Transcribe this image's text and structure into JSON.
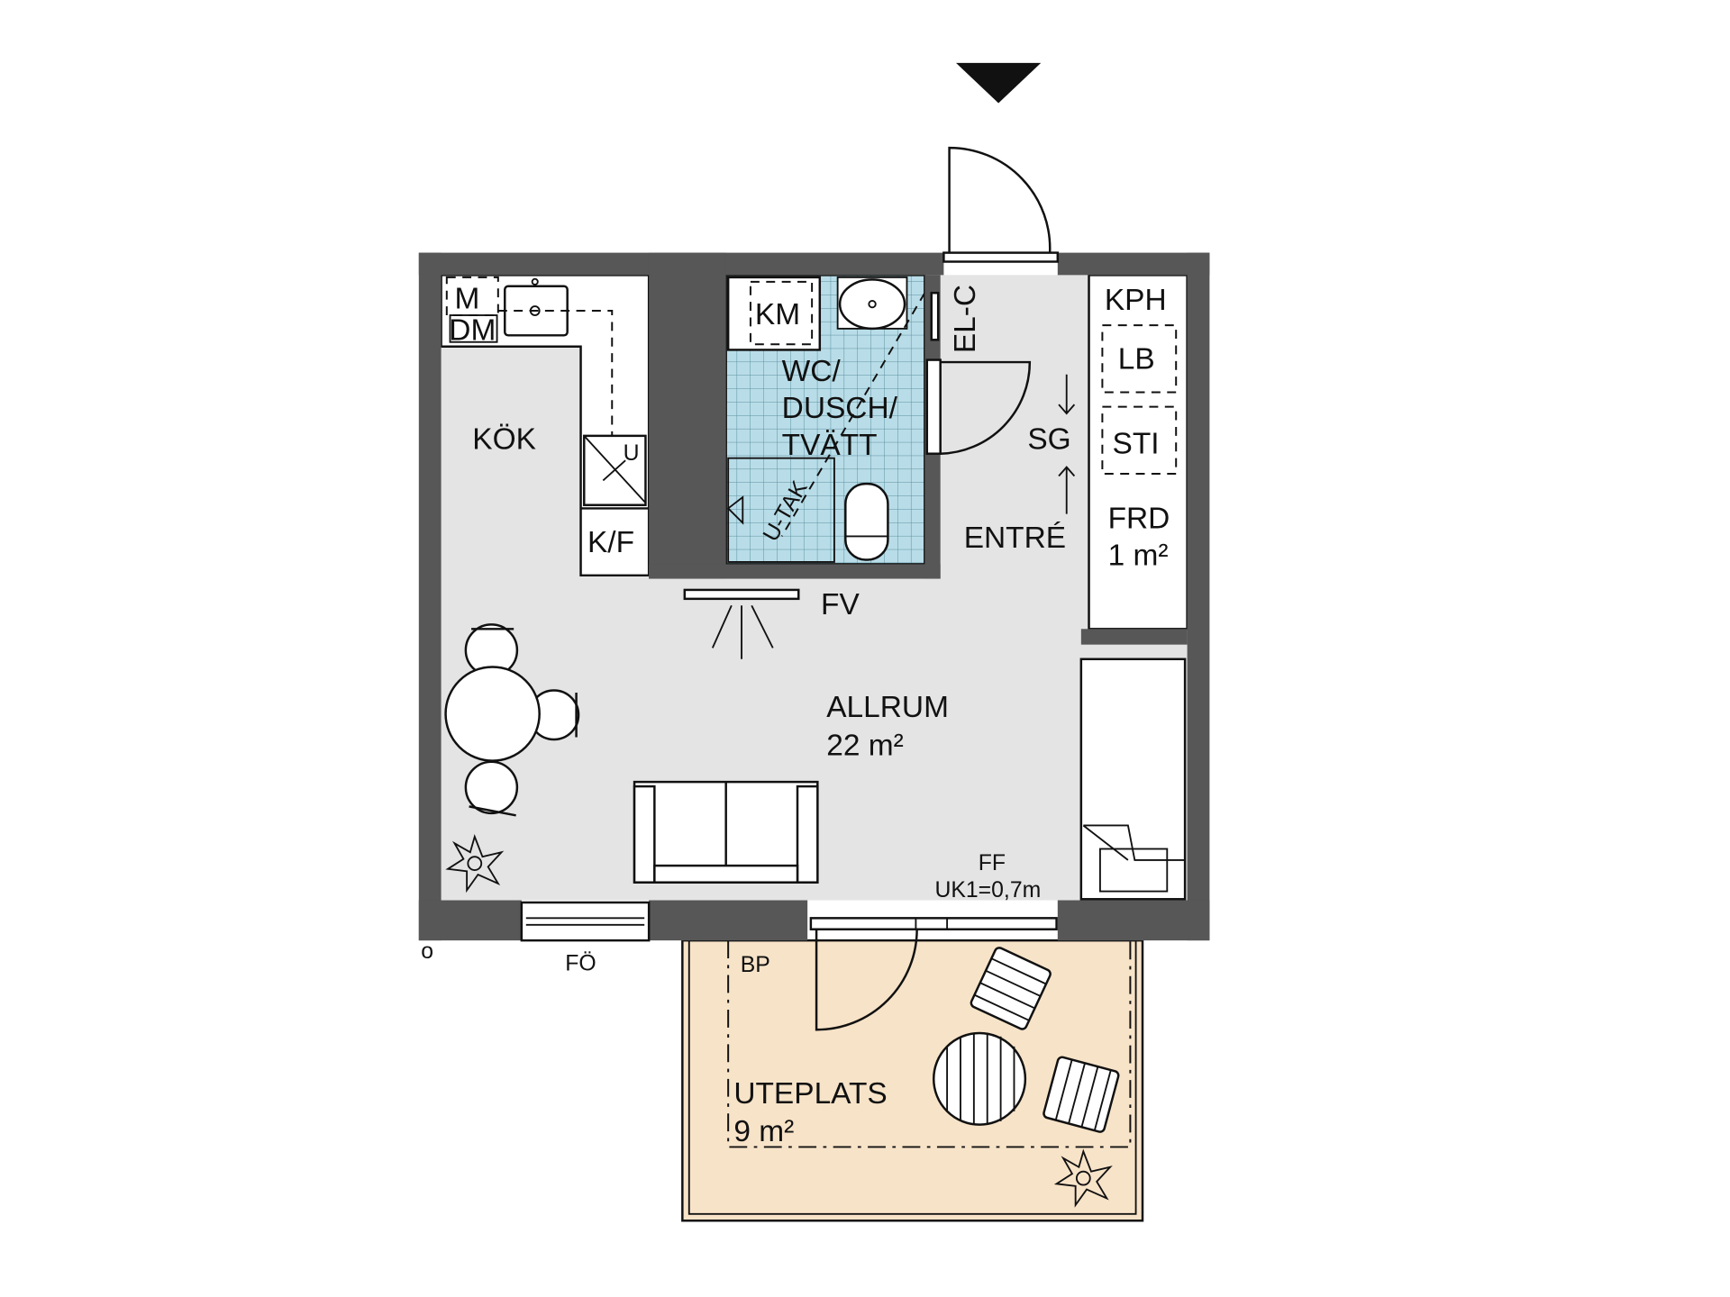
{
  "plan": {
    "rooms": {
      "kitchen": "KÖK",
      "bathroom_line1": "WC/",
      "bathroom_line2": "DUSCH/",
      "bathroom_line3": "TVÄTT",
      "entry": "ENTRÉ",
      "living": "ALLRUM",
      "living_area": "22 m²",
      "patio": "UTEPLATS",
      "patio_area": "9 m²",
      "closet_frd": "FRD",
      "closet_area": "1 m²"
    },
    "labels": {
      "microwave": "M",
      "dishwasher": "DM",
      "oven": "U",
      "fridge_freezer": "K/F",
      "washer": "KM",
      "electric_cabinet": "EL-C",
      "shelf": "SG",
      "coat_rack": "KPH",
      "linen": "LB",
      "closet_sti": "STI",
      "ventilation": "FV",
      "low_ceiling": "U-TAK",
      "window_french": "FF",
      "window_sill": "UK1=0,7m",
      "window_fo": "FÖ",
      "balcony_plate": "BP",
      "outlet": "o"
    },
    "colors": {
      "wall": "#575757",
      "floor": "#e4e4e4",
      "tile": "#b9dde8",
      "patio": "#f7e3c8"
    }
  }
}
